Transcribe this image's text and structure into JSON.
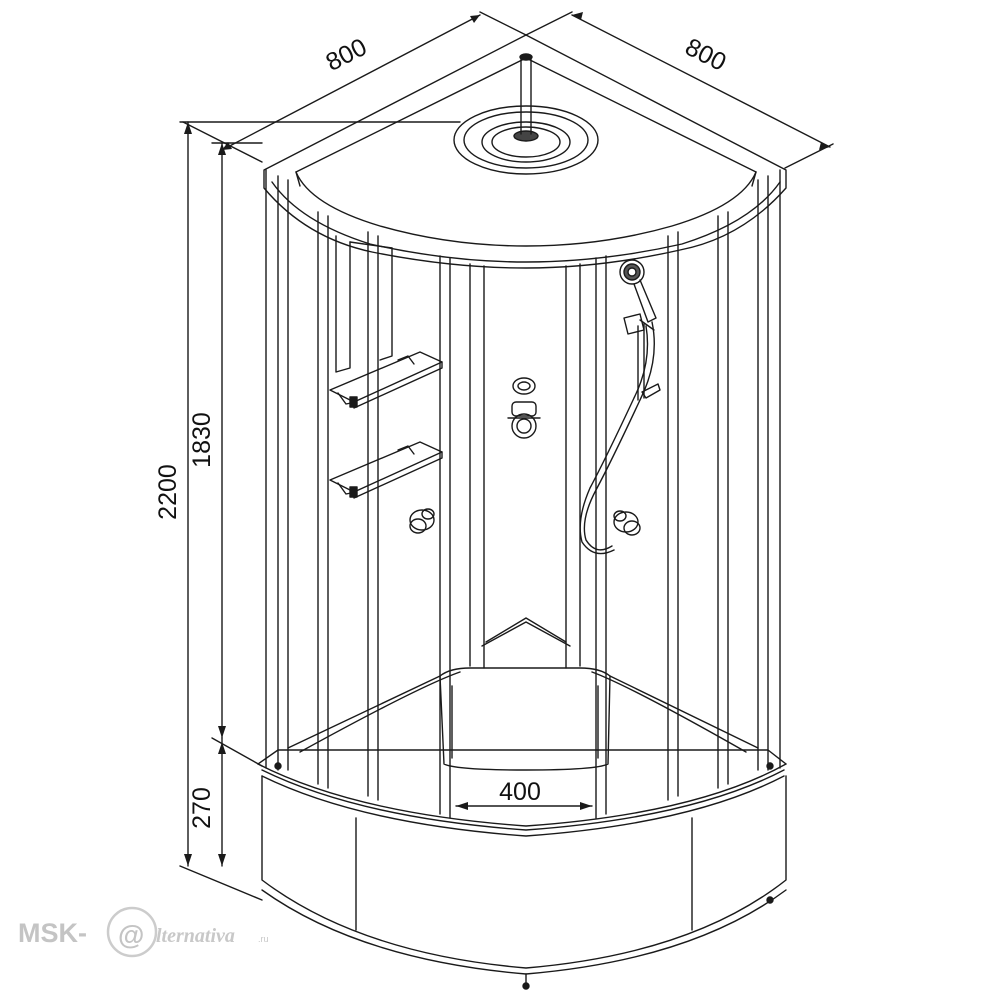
{
  "drawing": {
    "dimensions": {
      "top_left_width": "800",
      "top_right_width": "800",
      "total_height": "2200",
      "cabin_height": "1830",
      "tray_height": "270",
      "tray_inner_width": "400"
    }
  },
  "watermark": {
    "prefix": "MSK-",
    "at_symbol": "@",
    "suffix": "lternativa",
    "domain": ".ru"
  }
}
